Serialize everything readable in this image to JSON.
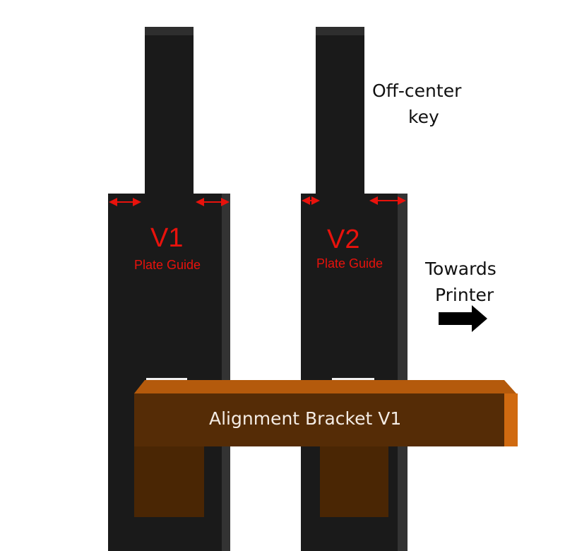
{
  "guides": [
    {
      "title": "V1",
      "subtitle": "Plate Guide"
    },
    {
      "title": "V2",
      "subtitle": "Plate Guide"
    }
  ],
  "bracket": {
    "label": "Alignment Bracket V1"
  },
  "annotations": {
    "key_line1": "Off-center",
    "key_line2": "key",
    "direction_line1": "Towards",
    "direction_line2": "Printer"
  },
  "colors": {
    "guide": "#1a1a1a",
    "guide_edge": "#333333",
    "bracket_top": "#b45a0c",
    "bracket_front": "#552c06",
    "bracket_leg": "#4a2604",
    "dimension_arrow": "#e8120c"
  }
}
